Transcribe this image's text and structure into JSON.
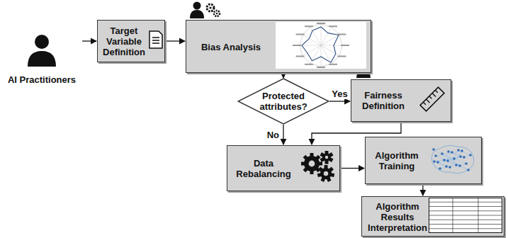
{
  "diagram": {
    "nodes": [
      {
        "text": [
          "AI Practitioners"
        ]
      },
      {
        "text": [
          "Target Variable Definition"
        ]
      },
      {
        "text": [
          "Bias Analysis"
        ]
      },
      {
        "text": [
          "Protected attributes?"
        ]
      },
      {
        "text": [
          "Fairness Definition"
        ]
      },
      {
        "text": [
          "Data Rebalancing"
        ]
      },
      {
        "text": [
          "Algorithm Training"
        ]
      },
      {
        "text": [
          "Algorithm Results Interpretation"
        ]
      }
    ],
    "edges": [
      {
        "from": 0,
        "to": 1,
        "arrow": "to"
      },
      {
        "from": 1,
        "to": 2,
        "arrow": "to"
      },
      {
        "from": 2,
        "to": 3,
        "arrow": "to"
      },
      {
        "from": 3,
        "to": 4,
        "label": "Yes",
        "arrow": "to"
      },
      {
        "from": 3,
        "to": 5,
        "label": "No",
        "arrow": "to"
      },
      {
        "from": 4,
        "to": 5,
        "arrow": "to"
      },
      {
        "from": 5,
        "to": 6,
        "arrow": "to"
      },
      {
        "from": 6,
        "to": 7,
        "arrow": "to"
      }
    ]
  }
}
